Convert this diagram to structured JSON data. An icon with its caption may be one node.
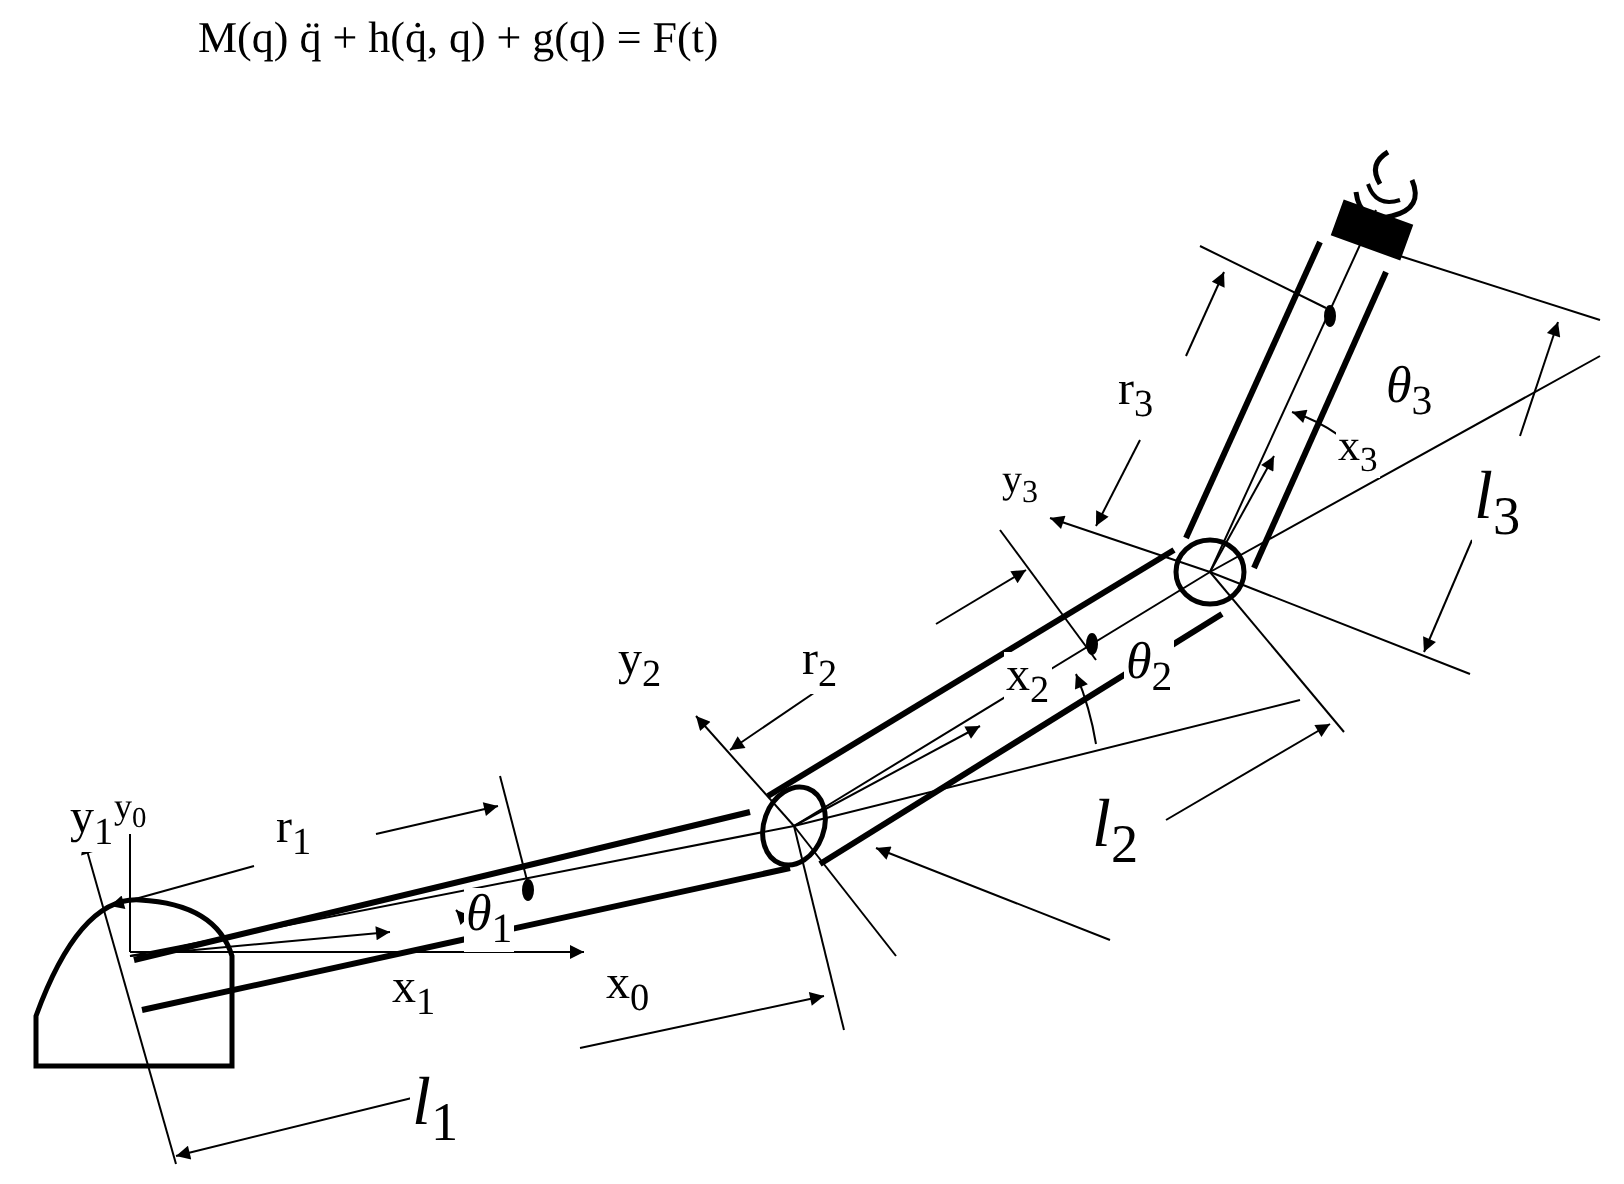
{
  "diagram": {
    "title": "M(q) q̈ + h(q̇, q) + g(q) = F(t)",
    "labels": [
      "y$_{1}$",
      "y$_{0}$",
      "r$_{1}$",
      "x$_{1}$",
      "*θ*$_{1}$",
      "x$_{0}$",
      "*l*$_{1}$",
      "y$_{2}$",
      "r$_{2}$",
      "x$_{2}$",
      "*θ*$_{2}$",
      "*l*$_{2}$",
      "y$_{3}$",
      "r$_{3}$",
      "x$_{3}$",
      "*θ*$_{3}$",
      "*l*$_{3}$"
    ]
  }
}
